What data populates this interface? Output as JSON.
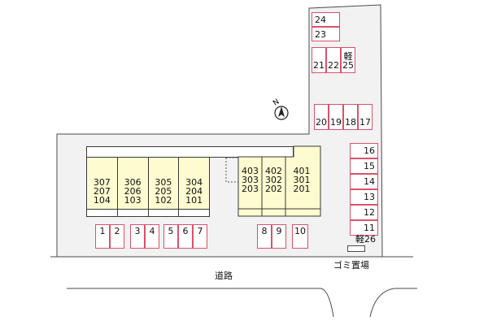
{
  "parking_labels": {
    "p1": "1",
    "p2": "2",
    "p3": "3",
    "p4": "4",
    "p5": "5",
    "p6": "6",
    "p7": "7",
    "p8": "8",
    "p9": "9",
    "p10": "10",
    "p11": "11",
    "p12": "12",
    "p13": "13",
    "p14": "14",
    "p15": "15",
    "p16": "16",
    "p17": "17",
    "p18": "18",
    "p19": "19",
    "p20": "20",
    "p21": "21",
    "p22": "22",
    "p23": "23",
    "p24": "24",
    "p25": "軽25",
    "p26": "軽26"
  },
  "units_left": [
    {
      "top": "307",
      "mid": "207",
      "bot": "104"
    },
    {
      "top": "306",
      "mid": "206",
      "bot": "103"
    },
    {
      "top": "305",
      "mid": "205",
      "bot": "102"
    },
    {
      "top": "304",
      "mid": "204",
      "bot": "101"
    }
  ],
  "units_right": [
    {
      "top": "403",
      "mid": "303",
      "bot": "203"
    },
    {
      "top": "402",
      "mid": "302",
      "bot": "202"
    },
    {
      "top": "401",
      "mid": "301",
      "bot": "201"
    }
  ],
  "labels": {
    "garbage": "ゴミ置場",
    "road": "道路",
    "north": "N"
  },
  "colors": {
    "stall_border": "#d9526b",
    "building_fill": "#fdfbcf",
    "site_fill": "#f2f2f2"
  }
}
